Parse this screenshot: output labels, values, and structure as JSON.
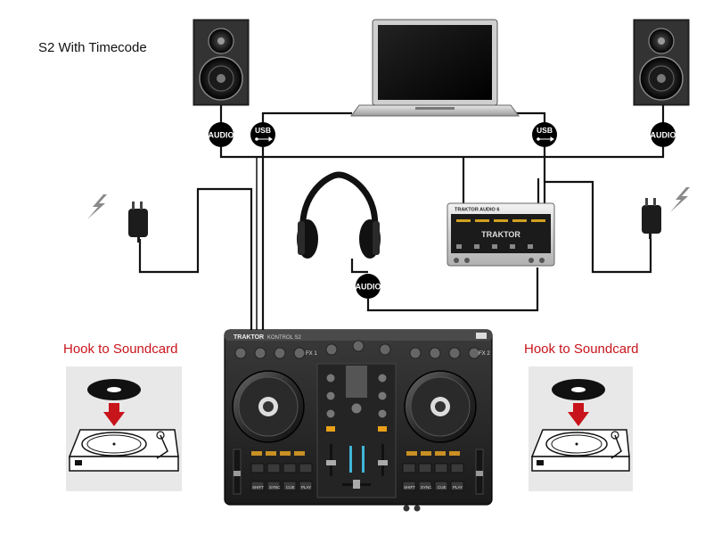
{
  "title": "S2 With Timecode",
  "hook_left": "Hook to Soundcard",
  "hook_right": "Hook to Soundcard",
  "badges": {
    "audio": "AUDIO",
    "usb": "USB"
  },
  "soundcard_brand": "TRAKTOR",
  "soundcard_model": "TRAKTOR AUDIO 6",
  "controller_brand": "TRAKTOR",
  "controller_model": "KONTROL S2",
  "controller_buttons": {
    "shift": "SHIFT",
    "sync": "SYNC",
    "cue": "CUE",
    "play": "PLAY",
    "fx1": "FX 1",
    "fx2": "FX 2"
  },
  "colors": {
    "accent_red": "#c8141b",
    "cable": "#111111",
    "badge": "#000000"
  },
  "icons": [
    "speaker-icon",
    "laptop-icon",
    "headphones-icon",
    "power-adapter-icon",
    "lightning-icon",
    "turntable-icon",
    "vinyl-record-icon",
    "usb-icon"
  ]
}
